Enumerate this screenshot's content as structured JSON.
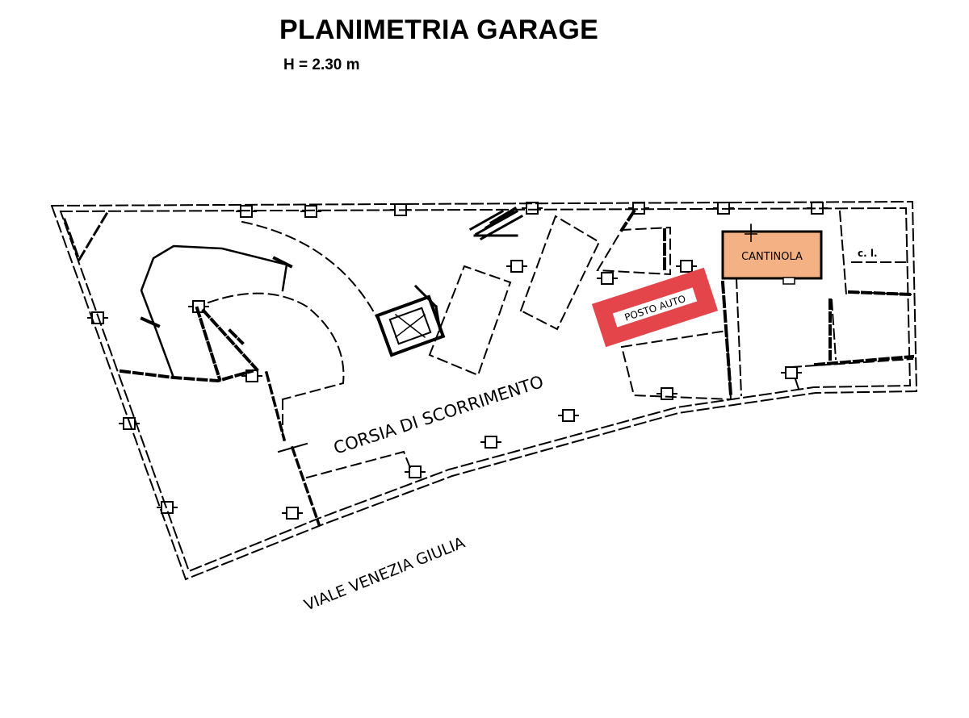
{
  "title": "PLANIMETRIA GARAGE",
  "height_note": "H = 2.30 m",
  "labels": {
    "cantinola": "CANTINOLA",
    "posto_auto": "POSTO AUTO",
    "corsia": "CORSIA DI SCORRIMENTO",
    "viale": "VIALE VENEZIA GIULIA",
    "cl": "c. l."
  },
  "colors": {
    "cantinola_fill": "#f4b183",
    "posto_auto_fill": "#e4454a",
    "line": "#000000"
  }
}
